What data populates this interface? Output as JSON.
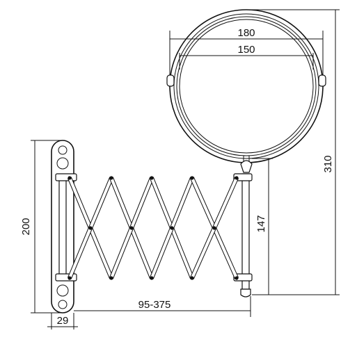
{
  "drawing": {
    "subject": "extendable wall mirror",
    "line_color": "#111111",
    "background": "#ffffff"
  },
  "dimensions": {
    "outer_diameter": "180",
    "inner_diameter": "150",
    "total_height": "310",
    "plate_height": "200",
    "arm_height": "147",
    "extension": "95-375",
    "plate_width": "29"
  }
}
